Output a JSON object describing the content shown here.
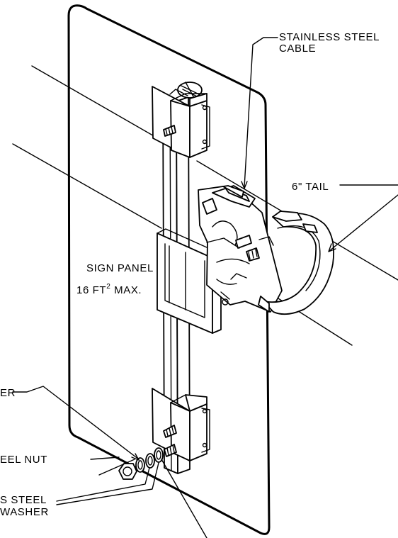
{
  "labels": {
    "cable_line1": "STAINLESS STEEL",
    "cable_line2": "CABLE",
    "tail": "6\" TAIL",
    "panel_line1": "SIGN PANEL",
    "panel_line2_prefix": "16 FT",
    "panel_line2_sup": "2",
    "panel_line2_suffix": " MAX.",
    "washer_top": "ER",
    "nut": "EEL NUT",
    "washer_bottom_line1": "S STEEL",
    "washer_bottom_line2": "WASHER"
  }
}
